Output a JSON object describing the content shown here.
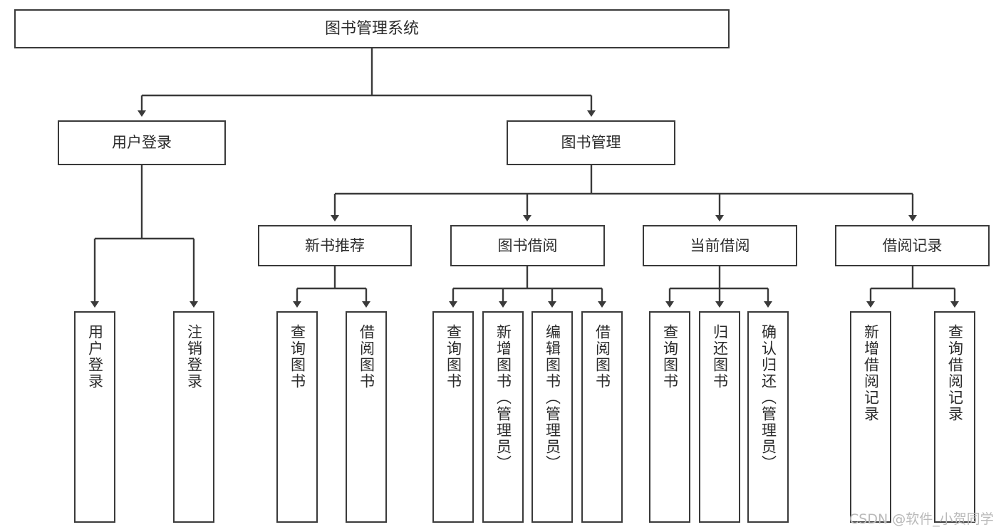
{
  "diagram": {
    "kind": "tree-structure-chart",
    "title": "图书管理系统",
    "watermark": "CSDN @软件_小贺同学",
    "colors": {
      "stroke": "#3a3a3a",
      "fill": "#ffffff",
      "text": "#2b2b2b",
      "watermark": "#b9b9b9"
    },
    "nodes": {
      "root": {
        "label": "图书管理系统"
      },
      "level2": [
        {
          "id": "user-login",
          "label": "用户登录"
        },
        {
          "id": "book-manage",
          "label": "图书管理"
        }
      ],
      "level3": [
        {
          "id": "new-book-recommend",
          "label": "新书推荐"
        },
        {
          "id": "book-borrow",
          "label": "图书借阅"
        },
        {
          "id": "current-borrow",
          "label": "当前借阅"
        },
        {
          "id": "borrow-record",
          "label": "借阅记录"
        }
      ],
      "leaves": {
        "user-login": [
          {
            "id": "leaf-user-login",
            "label": "用户登录"
          },
          {
            "id": "leaf-logout",
            "label": "注销登录"
          }
        ],
        "new-book-recommend": [
          {
            "id": "leaf-query-book-1",
            "label": "查询图书"
          },
          {
            "id": "leaf-borrow-book-1",
            "label": "借阅图书"
          }
        ],
        "book-borrow": [
          {
            "id": "leaf-query-book-2",
            "label": "查询图书"
          },
          {
            "id": "leaf-add-book",
            "label": "新增图书（管理员）"
          },
          {
            "id": "leaf-edit-book",
            "label": "编辑图书（管理员）"
          },
          {
            "id": "leaf-borrow-book-2",
            "label": "借阅图书"
          }
        ],
        "current-borrow": [
          {
            "id": "leaf-query-book-3",
            "label": "查询图书"
          },
          {
            "id": "leaf-return-book",
            "label": "归还图书"
          },
          {
            "id": "leaf-confirm-return",
            "label": "确认归还（管理员）"
          }
        ],
        "borrow-record": [
          {
            "id": "leaf-add-record",
            "label": "新增借阅记录"
          },
          {
            "id": "leaf-query-record",
            "label": "查询借阅记录"
          }
        ]
      }
    }
  }
}
